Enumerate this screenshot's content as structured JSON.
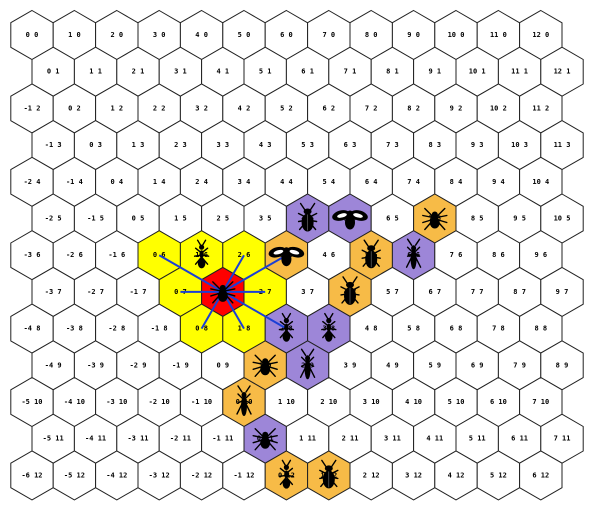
{
  "board": {
    "rows": [
      {
        "cells": [
          "0 0",
          "1 0",
          "2 0",
          "3 0",
          "4 0",
          "5 0",
          "6 0",
          "7 0",
          "8 0",
          "9 0",
          "10 0",
          "11 0",
          "12 0"
        ]
      },
      {
        "cells": [
          "0 1",
          "1 1",
          "2 1",
          "3 1",
          "4 1",
          "5 1",
          "6 1",
          "7 1",
          "8 1",
          "9 1",
          "10 1",
          "11 1",
          "12 1"
        ]
      },
      {
        "cells": [
          "-1 2",
          "0 2",
          "1 2",
          "2 2",
          "3 2",
          "4 2",
          "5 2",
          "6 2",
          "7 2",
          "8 2",
          "9 2",
          "10 2",
          "11 2"
        ]
      },
      {
        "cells": [
          "-1 3",
          "0 3",
          "1 3",
          "2 3",
          "3 3",
          "4 3",
          "5 3",
          "6 3",
          "7 3",
          "8 3",
          "9 3",
          "10 3",
          "11 3"
        ]
      },
      {
        "cells": [
          "-2 4",
          "-1 4",
          "0 4",
          "1 4",
          "2 4",
          "3 4",
          "4 4",
          "5 4",
          "6 4",
          "7 4",
          "8 4",
          "9 4",
          "10 4"
        ]
      },
      {
        "cells": [
          "-2 5",
          "-1 5",
          "0 5",
          "1 5",
          "2 5",
          "3 5",
          "4 5",
          "5 5",
          "6 5",
          "7 5",
          "8 5",
          "9 5",
          "10 5"
        ]
      },
      {
        "cells": [
          "-3 6",
          "-2 6",
          "-1 6",
          "0 6",
          "1 6",
          "2 6",
          "3 6",
          "4 6",
          "5 6",
          "6 6",
          "7 6",
          "8 6",
          "9 6"
        ]
      },
      {
        "cells": [
          "-3 7",
          "-2 7",
          "-1 7",
          "0 7",
          "1 7",
          "2 7",
          "3 7",
          "4 7",
          "5 7",
          "6 7",
          "7 7",
          "8 7",
          "9 7"
        ]
      },
      {
        "cells": [
          "-4 8",
          "-3 8",
          "-2 8",
          "-1 8",
          "0 8",
          "1 8",
          "2 8",
          "3 8",
          "4 8",
          "5 8",
          "6 8",
          "7 8",
          "8 8"
        ]
      },
      {
        "cells": [
          "-4 9",
          "-3 9",
          "-2 9",
          "-1 9",
          "0 9",
          "1 9",
          "2 9",
          "3 9",
          "4 9",
          "5 9",
          "6 9",
          "7 9",
          "8 9"
        ]
      },
      {
        "cells": [
          "-5 10",
          "-4 10",
          "-3 10",
          "-2 10",
          "-1 10",
          "0 10",
          "1 10",
          "2 10",
          "3 10",
          "4 10",
          "5 10",
          "6 10",
          "7 10"
        ]
      },
      {
        "cells": [
          "-5 11",
          "-4 11",
          "-3 11",
          "-2 11",
          "-1 11",
          "0 11",
          "1 11",
          "2 11",
          "3 11",
          "4 11",
          "5 11",
          "6 11",
          "7 11"
        ]
      },
      {
        "cells": [
          "-6 12",
          "-5 12",
          "-4 12",
          "-3 12",
          "-2 12",
          "-1 12",
          "0 12",
          "1 12",
          "2 12",
          "3 12",
          "4 12",
          "5 12",
          "6 12"
        ]
      }
    ]
  },
  "colors": {
    "empty": "#ffffff",
    "highlight": "#ffff00",
    "selected": "#ff0000",
    "orange_player": "#f7bb47",
    "purple_player": "#9d86d8",
    "move_line": "#1a3fd6"
  },
  "pieces": [
    {
      "cell": "1 7",
      "type": "spider",
      "color": "selected"
    },
    {
      "cell": "1 6",
      "type": "ant",
      "color": "highlight"
    },
    {
      "cell": "4 5",
      "type": "beetle",
      "color": "purple_player"
    },
    {
      "cell": "5 5",
      "type": "bee",
      "color": "purple_player"
    },
    {
      "cell": "7 5",
      "type": "spider",
      "color": "orange_player"
    },
    {
      "cell": "3 6",
      "type": "bee",
      "color": "orange_player"
    },
    {
      "cell": "5 6",
      "type": "beetle",
      "color": "orange_player"
    },
    {
      "cell": "6 6",
      "type": "grasshopper",
      "color": "purple_player"
    },
    {
      "cell": "4 7",
      "type": "beetle",
      "color": "orange_player"
    },
    {
      "cell": "2 8",
      "type": "ant",
      "color": "purple_player"
    },
    {
      "cell": "3 8",
      "type": "ant",
      "color": "purple_player"
    },
    {
      "cell": "1 9",
      "type": "spider",
      "color": "orange_player"
    },
    {
      "cell": "2 9",
      "type": "grasshopper",
      "color": "purple_player"
    },
    {
      "cell": "0 10",
      "type": "grasshopper",
      "color": "orange_player"
    },
    {
      "cell": "0 11",
      "type": "spider",
      "color": "purple_player"
    },
    {
      "cell": "0 12",
      "type": "ant",
      "color": "orange_player"
    },
    {
      "cell": "1 12",
      "type": "beetle",
      "color": "orange_player"
    }
  ],
  "highlight_cells": [
    "0 7",
    "2 7",
    "0 6",
    "2 6",
    "0 8",
    "1 8",
    "1 6"
  ],
  "move_targets": [
    "2 7",
    "0 7",
    "0 6",
    "0 8",
    "1 8",
    "2 6",
    "3 6",
    "2 8"
  ]
}
